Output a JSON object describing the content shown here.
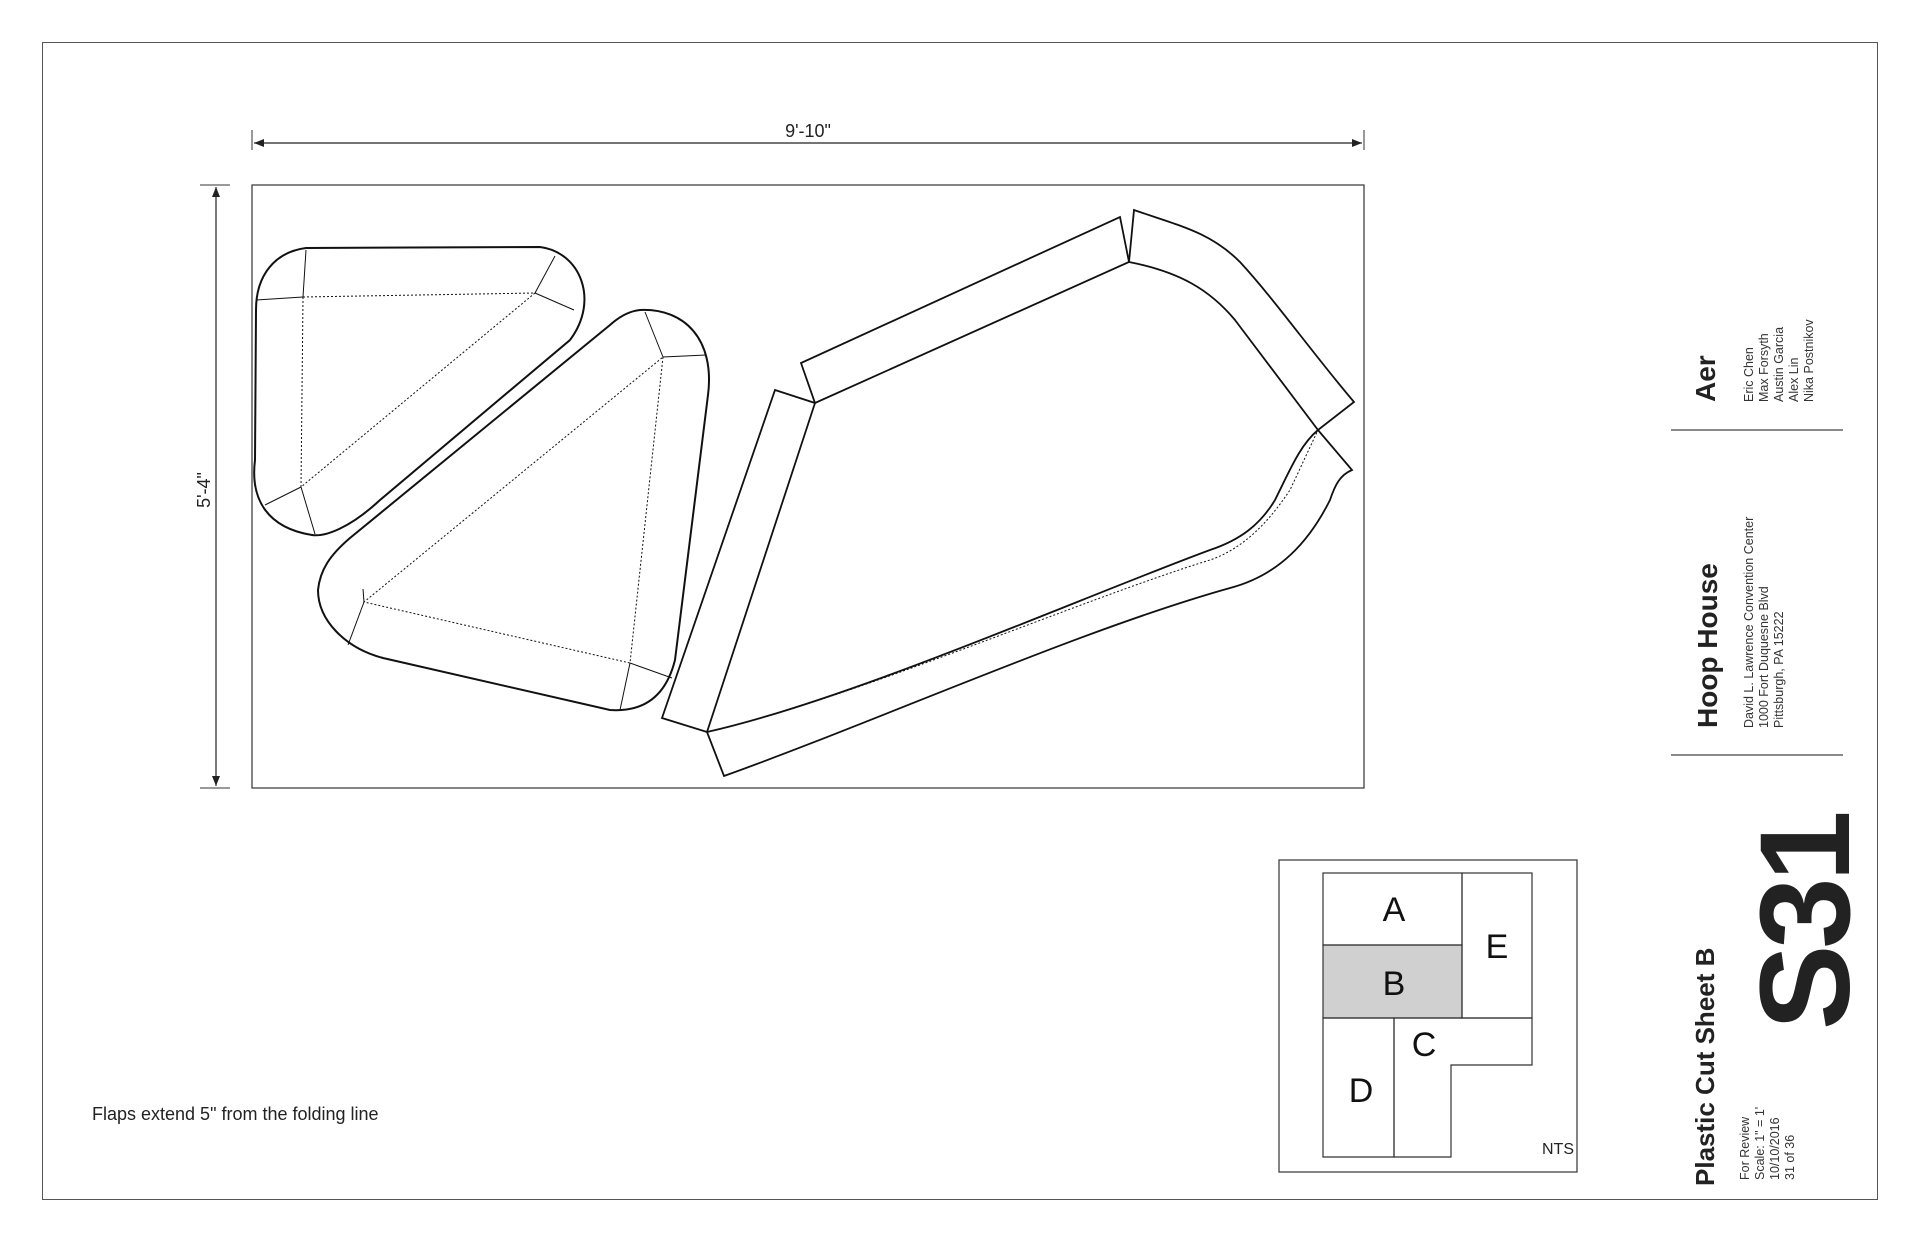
{
  "dimensions": {
    "width_label": "9'-10\"",
    "height_label": "5'-4\""
  },
  "note": "Flaps extend 5\" from the folding line",
  "key_plan": {
    "labels": {
      "a": "A",
      "b": "B",
      "c": "C",
      "d": "D",
      "e": "E"
    },
    "scale_note": "NTS",
    "highlight": "B",
    "highlight_color": "#d0d0d0"
  },
  "title_block": {
    "team": {
      "name": "Aer",
      "members": [
        "Eric Chen",
        "Max Forsyth",
        "Austin Garcia",
        "Alex Lin",
        "Nika Postnikov"
      ]
    },
    "project": {
      "name": "Hoop House",
      "address": [
        "David L. Lawrence Convention Center",
        "1000 Fort Duquesne Blvd",
        "Pittsburgh, PA 15222"
      ]
    },
    "sheet": {
      "title": "Plastic Cut Sheet B",
      "details": [
        "For Review",
        "Scale: 1\" = 1'",
        "10/10/2016",
        "31 of 36"
      ],
      "number": "S31"
    }
  }
}
